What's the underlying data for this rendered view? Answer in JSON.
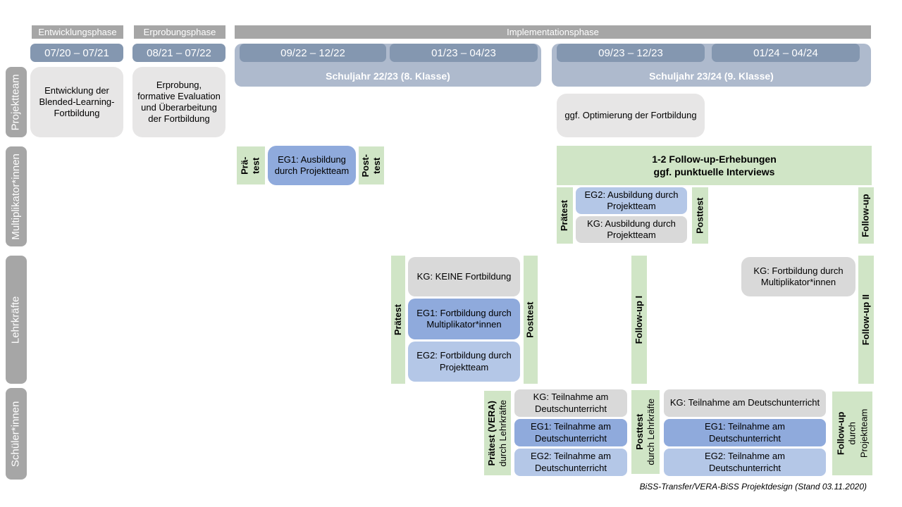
{
  "colors": {
    "phase_bar_gray": "#A6A6A6",
    "date_bar_blue": "#8497B0",
    "school_year_blue": "#AEBACD",
    "box_light_gray": "#E7E6E6",
    "box_kg_gray": "#D9D9D9",
    "box_eg1_blue": "#8FAADC",
    "box_eg2_blue": "#B4C7E7",
    "measure_green": "#D0E5C6"
  },
  "phases": {
    "entwicklung": "Entwicklungsphase",
    "erprobung": "Erprobungsphase",
    "implementation": "Implementationsphase"
  },
  "dates": {
    "d1": "07/20 – 07/21",
    "d2": "08/21 – 07/22",
    "d3": "09/22 – 12/22",
    "d4": "01/23 – 04/23",
    "d5": "09/23 – 12/23",
    "d6": "01/24 – 04/24"
  },
  "school_years": {
    "y1": "Schuljahr 22/23 (8. Klasse)",
    "y2": "Schuljahr 23/24 (9. Klasse)"
  },
  "row_labels": {
    "projektteam": "Projektteam",
    "multiplikatoren": "Multiplikator*innen",
    "lehrkraefte": "Lehrkräfte",
    "schueler": "Schüler*innen"
  },
  "projektteam": {
    "entwicklung_box": "Entwicklung der Blended-Learning-Fortbildung",
    "erprobung_box": "Erprobung, formative Evaluation und Überarbeitung der Fortbildung",
    "optimierung_box": "ggf. Optimierung der Fortbildung"
  },
  "multiplikatoren": {
    "praetest_l1": "Prä-",
    "praetest_l2": "test",
    "eg1": "EG1: Ausbildung durch Projektteam",
    "posttest_l1": "Post-",
    "posttest_l2": "test",
    "banner_l1": "1-2 Follow-up-Erhebungen",
    "banner_l2": "ggf. punktuelle Interviews",
    "praetest2": "Prätest",
    "eg2": "EG2: Ausbildung durch Projektteam",
    "kg": "KG: Ausbildung durch Projektteam",
    "posttest2": "Posttest",
    "followup": "Follow-up"
  },
  "lehrkraefte": {
    "praetest": "Prätest",
    "kg": "KG: KEINE Fortbildung",
    "eg1": "EG1: Fortbildung durch Multiplikator*innen",
    "eg2": "EG2: Fortbildung durch Projektteam",
    "posttest": "Posttest",
    "followup1": "Follow-up I",
    "kg2": "KG: Fortbildung durch Multiplikator*innen",
    "followup2": "Follow-up II"
  },
  "schueler": {
    "praetest_bold": "Prätest (VERA)",
    "praetest_sub": "durch Lehrkräfte",
    "kg1": "KG: Teilnahme am Deutschunterricht",
    "eg1_1": "EG1: Teilnahme am Deutschunterricht",
    "eg2_1": "EG2: Teilnahme am Deutschunterricht",
    "posttest_bold": "Posttest",
    "posttest_sub": "durch Lehrkräfte",
    "kg2": "KG: Teilnahme am Deutschunterricht",
    "eg1_2": "EG1: Teilnahme am Deutschunterricht",
    "eg2_2": "EG2: Teilnahme am Deutschunterricht",
    "followup_bold": "Follow-up",
    "followup_sub1": "durch",
    "followup_sub2": "Projektteam"
  },
  "footer": "BiSS-Transfer/VERA-BiSS Projektdesign (Stand 03.11.2020)"
}
